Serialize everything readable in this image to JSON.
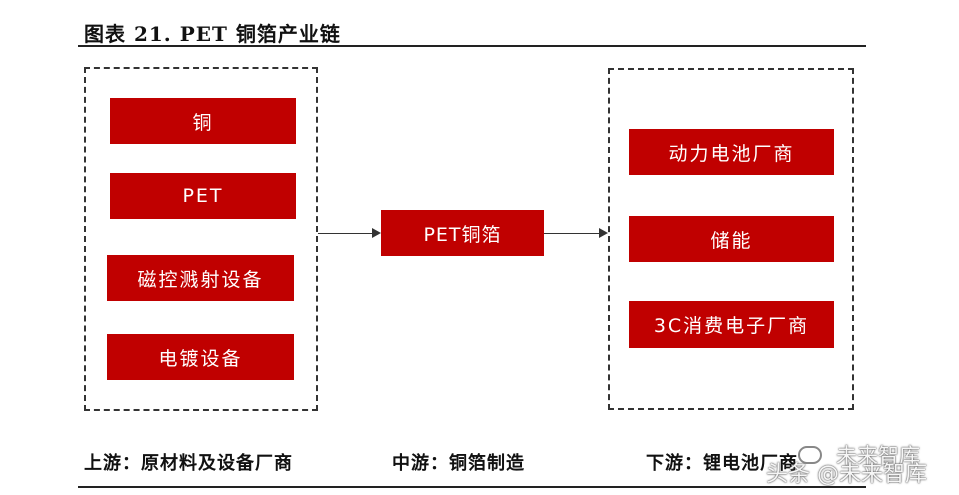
{
  "figure": {
    "title": "图表 21. PET 铜箔产业链"
  },
  "upstream": {
    "items": [
      "铜",
      "PET",
      "磁控溅射设备",
      "电镀设备"
    ]
  },
  "midstream": {
    "product": "PET铜箔"
  },
  "downstream": {
    "items": [
      "动力电池厂商",
      "储能",
      "3C消费电子厂商"
    ]
  },
  "stages": {
    "upstream_label": "上游：原材料及设备厂商",
    "midstream_label": "中游：铜箔制造",
    "downstream_label": "下游：锂电池厂商"
  },
  "watermark": {
    "line1": "未来智库",
    "line2": "头条 @未来智库"
  },
  "colors": {
    "node_fill": "#c00000",
    "node_text": "#ffffff"
  }
}
